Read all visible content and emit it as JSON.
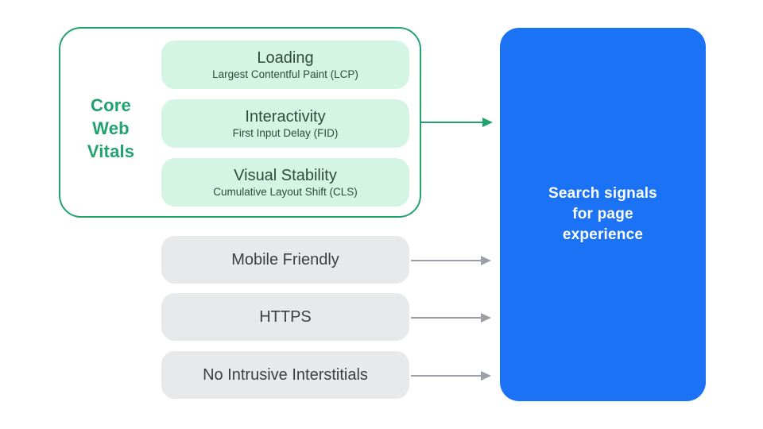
{
  "colors": {
    "green": "#21a26f",
    "green_light": "#d4f5e4",
    "green_text": "#2f4a3e",
    "blue": "#1b72f5",
    "gray_fill": "#e8e9eb",
    "gray_text": "#3c4043",
    "gray_arrow": "#9aa0a6"
  },
  "core_web_vitals": {
    "label": "Core\nWeb\nVitals",
    "items": [
      {
        "title": "Loading",
        "subtitle": "Largest Contentful Paint (LCP)"
      },
      {
        "title": "Interactivity",
        "subtitle": "First Input Delay (FID)"
      },
      {
        "title": "Visual Stability",
        "subtitle": "Cumulative Layout Shift (CLS)"
      }
    ]
  },
  "other_signals": [
    {
      "label": "Mobile Friendly"
    },
    {
      "label": "HTTPS"
    },
    {
      "label": "No Intrusive Interstitials"
    }
  ],
  "result": {
    "label": "Search signals\nfor page\nexperience"
  }
}
